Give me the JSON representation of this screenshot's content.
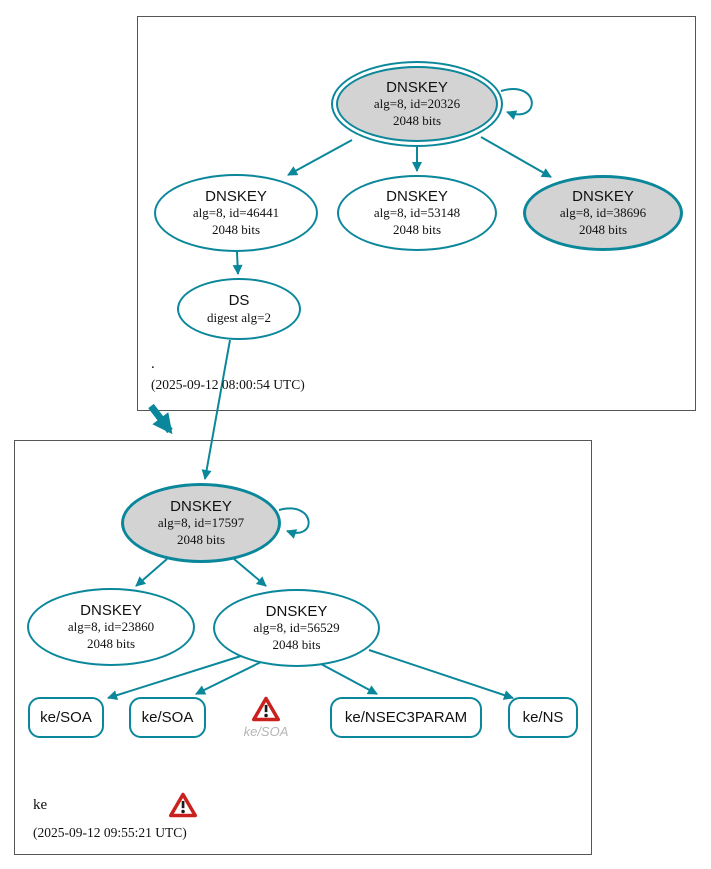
{
  "colors": {
    "edge_teal": "#0a879a",
    "node_fill_highlight": "#d3d3d3",
    "node_fill": "#ffffff",
    "warning_red": "#c9211e",
    "muted_label_gray": "#b5b5b5",
    "box_border": "#555555"
  },
  "zones": {
    "root": {
      "name": ".",
      "timestamp": "(2025-09-12 08:00:54 UTC)",
      "nodes": {
        "ksk": {
          "title": "DNSKEY",
          "line1": "alg=8, id=20326",
          "line2": "2048 bits"
        },
        "zsk1": {
          "title": "DNSKEY",
          "line1": "alg=8, id=46441",
          "line2": "2048 bits"
        },
        "zsk2": {
          "title": "DNSKEY",
          "line1": "alg=8, id=53148",
          "line2": "2048 bits"
        },
        "key3": {
          "title": "DNSKEY",
          "line1": "alg=8, id=38696",
          "line2": "2048 bits"
        },
        "ds": {
          "title": "DS",
          "line1": "digest alg=2"
        }
      }
    },
    "ke": {
      "name": "ke",
      "timestamp": "(2025-09-12 09:55:21 UTC)",
      "nodes": {
        "ksk": {
          "title": "DNSKEY",
          "line1": "alg=8, id=17597",
          "line2": "2048 bits"
        },
        "zsk1": {
          "title": "DNSKEY",
          "line1": "alg=8, id=23860",
          "line2": "2048 bits"
        },
        "zsk2": {
          "title": "DNSKEY",
          "line1": "alg=8, id=56529",
          "line2": "2048 bits"
        }
      },
      "rrsets": {
        "soa1": {
          "label": "ke/SOA"
        },
        "soa2": {
          "label": "ke/SOA"
        },
        "soa_warning": {
          "label": "ke/SOA"
        },
        "nsec3param": {
          "label": "ke/NSEC3PARAM"
        },
        "ns": {
          "label": "ke/NS"
        }
      }
    }
  }
}
